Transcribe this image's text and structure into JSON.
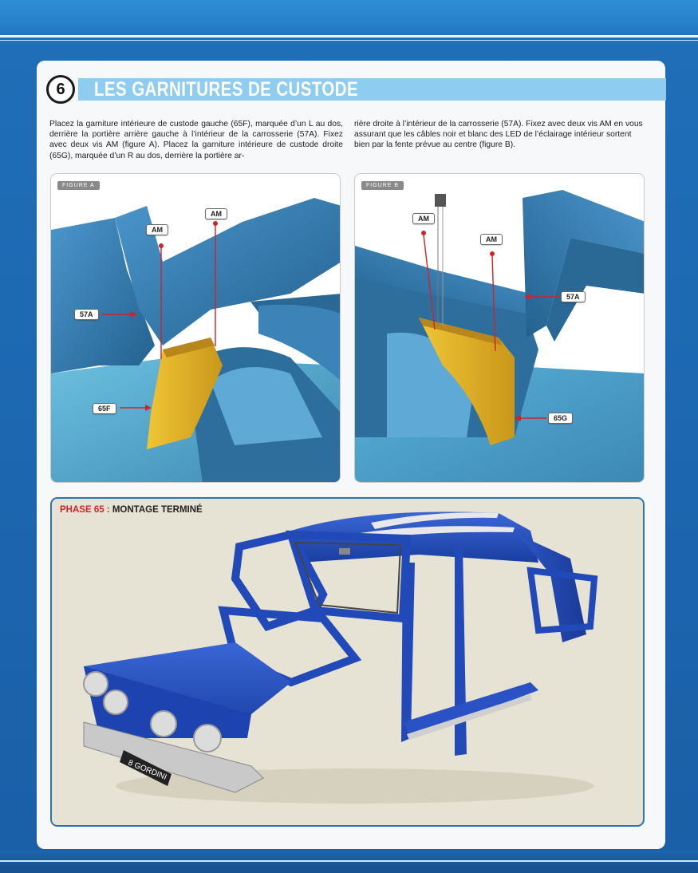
{
  "step": {
    "number": "6",
    "title": "LES GARNITURES DE CUSTODE"
  },
  "instructions": {
    "left": "Placez la garniture intérieure de custode gauche (65F), marquée d’un L au dos, derrière la portière arrière gauche à l’intérieur de la carrosserie (57A). Fixez avec deux vis AM (figure A). Placez la garniture intérieure de custode droite (65G), marquée d’un R au dos, derrière la portière ar-",
    "right": "rière droite à l’intérieur de la carrosserie (57A). Fixez avec deux vis AM en vous assurant que les câbles noir et blanc des LED de l’éclairage intérieur sortent bien par la fente prévue au centre (figure B)."
  },
  "figure_a": {
    "label": "FIGURE A",
    "tags": {
      "screw1": "AM",
      "screw2": "AM",
      "body": "57A",
      "panel": "65F"
    }
  },
  "figure_b": {
    "label": "FIGURE B",
    "tags": {
      "screw1": "AM",
      "screw2": "AM",
      "body": "57A",
      "panel": "65G"
    }
  },
  "final": {
    "phase": "PHASE 65 :",
    "caption": " MONTAGE TERMINÉ",
    "plate": "8 GORDINI"
  },
  "colors": {
    "body_blue": "#3a7fb8",
    "panel_yellow": "#e6b623",
    "car_blue": "#2149b8",
    "arrow_red": "#d0232a",
    "title_bar": "#8ecdf0"
  }
}
